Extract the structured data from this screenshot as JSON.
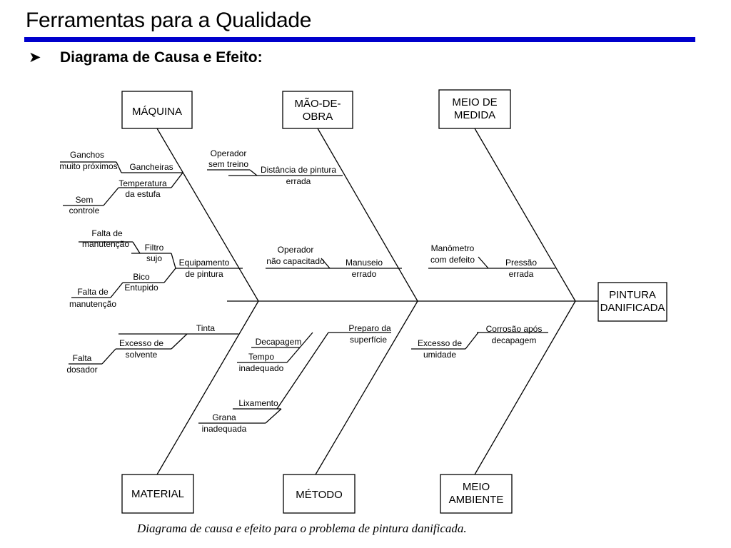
{
  "slide": {
    "title": "Ferramentas para a Qualidade",
    "subtitle": "Diagrama de Causa e Efeito:",
    "bullet_icon": "arrow-bullet-icon",
    "title_rule_color": "#0000cc"
  },
  "diagram": {
    "effect": [
      "PINTURA",
      "DANIFICADA"
    ],
    "categories": {
      "maquina": [
        "MÁQUINA"
      ],
      "mao_de_obra": [
        "MÃO-DE-",
        "OBRA"
      ],
      "meio_de_medida": [
        "MEIO DE",
        "MEDIDA"
      ],
      "material": [
        "MATERIAL"
      ],
      "metodo": [
        "MÉTODO"
      ],
      "meio_ambiente": [
        "MEIO",
        "AMBIENTE"
      ]
    },
    "causes": {
      "ganchos": [
        "Ganchos",
        "muito próximos"
      ],
      "gancheiras": [
        "Gancheiras"
      ],
      "temperatura": [
        "Temperatura",
        "da estufa"
      ],
      "sem_controle": [
        "Sem",
        "controle"
      ],
      "falta_manut_1": [
        "Falta de",
        "manutenção"
      ],
      "filtro": [
        "Filtro",
        "sujo"
      ],
      "equipamento": [
        "Equipamento",
        "de pintura"
      ],
      "bico": [
        "Bico",
        "Entupido"
      ],
      "falta_manut_2": [
        "Falta de",
        "manutenção"
      ],
      "operador_treino": [
        "Operador",
        "sem treino"
      ],
      "distancia": [
        "Distância de pintura",
        "errada"
      ],
      "operador_capac": [
        "Operador",
        "não capacitado"
      ],
      "manuseio": [
        "Manuseio",
        "errado"
      ],
      "manometro": [
        "Manômetro",
        "com defeito"
      ],
      "pressao": [
        "Pressão",
        "errada"
      ],
      "tinta": [
        "Tinta"
      ],
      "excesso_solvente": [
        "Excesso de",
        "solvente"
      ],
      "falta_dosador": [
        "Falta",
        "dosador"
      ],
      "preparo": [
        "Preparo da",
        "superfície"
      ],
      "decapagem": [
        "Decapagem"
      ],
      "tempo": [
        "Tempo",
        "inadequado"
      ],
      "lixamento": [
        "Lixamento"
      ],
      "grana": [
        "Grana",
        "inadequada"
      ],
      "corrosao": [
        "Corrosão após",
        "decapagem"
      ],
      "excesso_umidade": [
        "Excesso de",
        "umidade"
      ]
    },
    "caption": "Diagrama de causa e efeito para o problema de pintura danificada."
  }
}
